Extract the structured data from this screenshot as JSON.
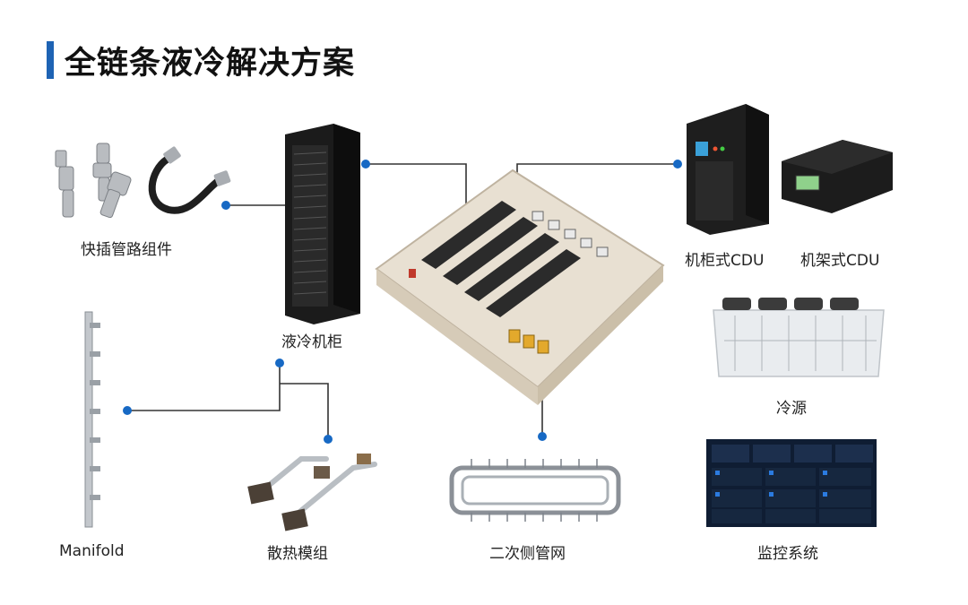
{
  "title": "全链条液冷解决方案",
  "labels": {
    "quick_connect": "快插管路组件",
    "cabinet": "液冷机柜",
    "cabinet_cdu": "机柜式CDU",
    "rack_cdu": "机架式CDU",
    "cold_source": "冷源",
    "manifold": "Manifold",
    "heat_module": "散热模组",
    "secondary_pipe": "二次侧管网",
    "monitoring": "监控系统"
  },
  "colors": {
    "accent": "#1e63b4",
    "dot": "#1769c4"
  }
}
